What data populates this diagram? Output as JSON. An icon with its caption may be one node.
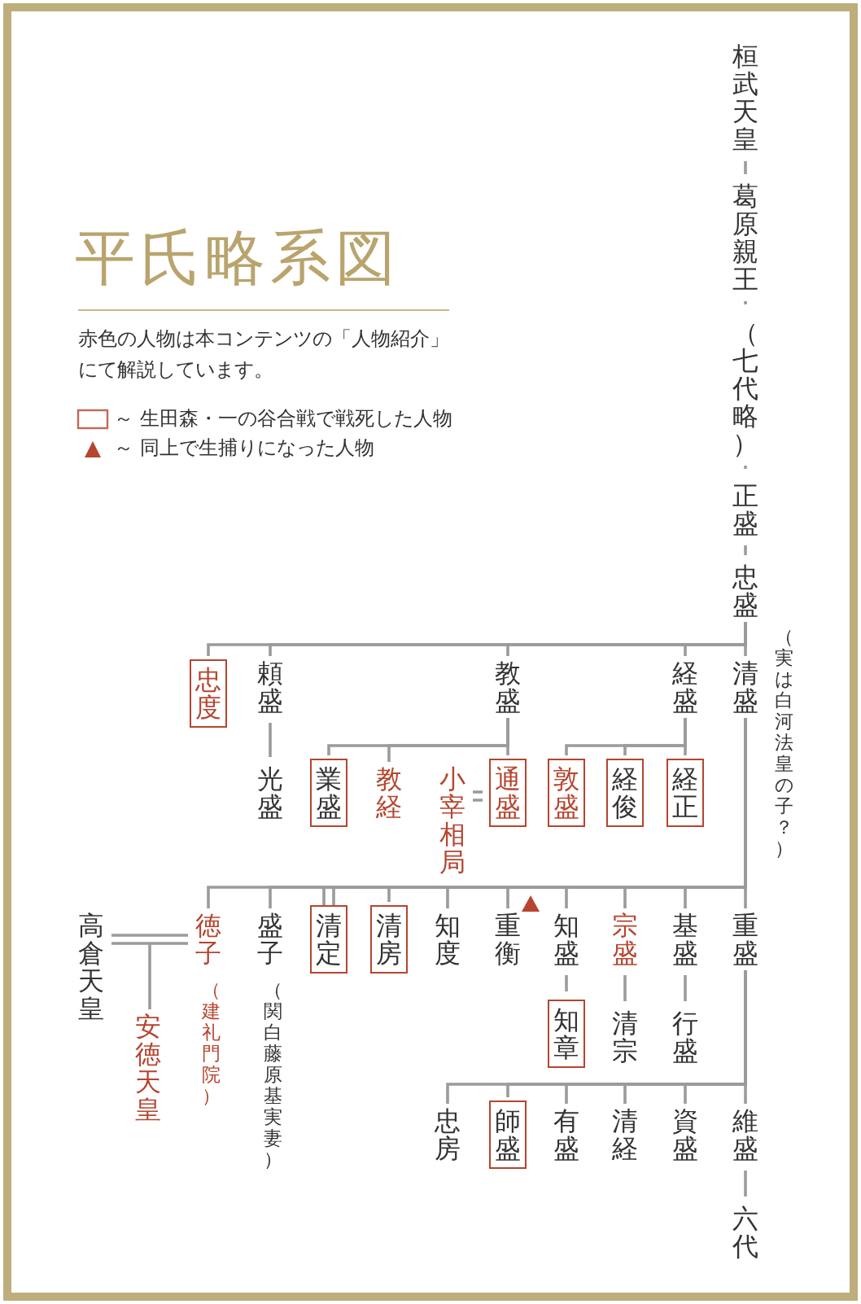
{
  "diagram": {
    "title": "平氏略系図",
    "nodes": [
      {
        "text": [
          "桓武天皇"
        ]
      },
      {
        "text": [
          "葛原親王"
        ]
      },
      {
        "text": [
          "（七代略）"
        ]
      },
      {
        "text": [
          "正盛"
        ]
      },
      {
        "text": [
          "忠盛"
        ]
      },
      {
        "text": [
          "忠度"
        ]
      },
      {
        "text": [
          "頼盛"
        ]
      },
      {
        "text": [
          "教盛"
        ]
      },
      {
        "text": [
          "経盛"
        ]
      },
      {
        "text": [
          "清盛"
        ],
        "beside": [
          "（実は白河法皇の子？）"
        ]
      },
      {
        "text": [
          "光盛"
        ]
      },
      {
        "text": [
          "業盛"
        ]
      },
      {
        "text": [
          "教経"
        ]
      },
      {
        "text": [
          "小宰相局"
        ]
      },
      {
        "text": [
          "通盛"
        ]
      },
      {
        "text": [
          "敦盛"
        ]
      },
      {
        "text": [
          "経俊"
        ]
      },
      {
        "text": [
          "経正"
        ]
      },
      {
        "text": [
          "高倉天皇"
        ]
      },
      {
        "text": [
          "徳子"
        ],
        "beside": [
          "（建礼門院）"
        ]
      },
      {
        "text": [
          "安徳天皇"
        ]
      },
      {
        "text": [
          "盛子"
        ],
        "beside": [
          "（関白藤原基実妻）"
        ]
      },
      {
        "text": [
          "清定"
        ]
      },
      {
        "text": [
          "清房"
        ]
      },
      {
        "text": [
          "知度"
        ]
      },
      {
        "text": [
          "重衡"
        ]
      },
      {
        "text": [
          "知盛"
        ]
      },
      {
        "text": [
          "宗盛"
        ]
      },
      {
        "text": [
          "基盛"
        ]
      },
      {
        "text": [
          "重盛"
        ]
      },
      {
        "text": [
          "知章"
        ]
      },
      {
        "text": [
          "清宗"
        ]
      },
      {
        "text": [
          "行盛"
        ]
      },
      {
        "text": [
          "忠房"
        ]
      },
      {
        "text": [
          "師盛"
        ]
      },
      {
        "text": [
          "有盛"
        ]
      },
      {
        "text": [
          "清経"
        ]
      },
      {
        "text": [
          "資盛"
        ]
      },
      {
        "text": [
          "維盛"
        ]
      },
      {
        "text": [
          "六代"
        ]
      }
    ],
    "edges": [
      {
        "from": 0,
        "to": 1,
        "arrow": "none"
      },
      {
        "from": 1,
        "to": 2,
        "arrow": "none",
        "style": "dashed"
      },
      {
        "from": 2,
        "to": 3,
        "arrow": "none",
        "style": "dashed"
      },
      {
        "from": 3,
        "to": 4,
        "arrow": "none"
      },
      {
        "from": 4,
        "to": 5,
        "arrow": "none"
      },
      {
        "from": 4,
        "to": 6,
        "arrow": "none"
      },
      {
        "from": 4,
        "to": 7,
        "arrow": "none"
      },
      {
        "from": 4,
        "to": 8,
        "arrow": "none"
      },
      {
        "from": 4,
        "to": 9,
        "arrow": "none"
      },
      {
        "from": 6,
        "to": 10,
        "arrow": "none"
      },
      {
        "from": 7,
        "to": 11,
        "arrow": "none"
      },
      {
        "from": 7,
        "to": 12,
        "arrow": "none"
      },
      {
        "from": 7,
        "to": 14,
        "arrow": "none"
      },
      {
        "from": 13,
        "to": 14,
        "arrow": "none"
      },
      {
        "from": 8,
        "to": 15,
        "arrow": "none"
      },
      {
        "from": 8,
        "to": 16,
        "arrow": "none"
      },
      {
        "from": 8,
        "to": 17,
        "arrow": "none"
      },
      {
        "from": 9,
        "to": 19,
        "arrow": "none"
      },
      {
        "from": 9,
        "to": 21,
        "arrow": "none"
      },
      {
        "from": 9,
        "to": 22,
        "arrow": "none"
      },
      {
        "from": 9,
        "to": 23,
        "arrow": "none"
      },
      {
        "from": 9,
        "to": 24,
        "arrow": "none"
      },
      {
        "from": 9,
        "to": 25,
        "arrow": "none"
      },
      {
        "from": 9,
        "to": 26,
        "arrow": "none"
      },
      {
        "from": 9,
        "to": 27,
        "arrow": "none"
      },
      {
        "from": 9,
        "to": 28,
        "arrow": "none"
      },
      {
        "from": 9,
        "to": 29,
        "arrow": "none"
      },
      {
        "from": 18,
        "to": 19,
        "arrow": "none"
      },
      {
        "from": 18,
        "to": 20,
        "arrow": "none"
      },
      {
        "from": 19,
        "to": 20,
        "arrow": "none"
      },
      {
        "from": 26,
        "to": 30,
        "arrow": "none"
      },
      {
        "from": 27,
        "to": 31,
        "arrow": "none"
      },
      {
        "from": 28,
        "to": 32,
        "arrow": "none"
      },
      {
        "from": 29,
        "to": 33,
        "arrow": "none"
      },
      {
        "from": 29,
        "to": 34,
        "arrow": "none"
      },
      {
        "from": 29,
        "to": 35,
        "arrow": "none"
      },
      {
        "from": 29,
        "to": 36,
        "arrow": "none"
      },
      {
        "from": 29,
        "to": 37,
        "arrow": "none"
      },
      {
        "from": 29,
        "to": 38,
        "arrow": "none"
      },
      {
        "from": 38,
        "to": 39,
        "arrow": "none"
      }
    ],
    "labels": [
      "赤色の人物は本コンテンツの「人物紹介」にて解説しています。"
    ],
    "legend": [
      {
        "text": "～ 生田森・一の谷合戦で戦死した人物"
      },
      {
        "text": "～ 同上で生捕りになった人物"
      }
    ]
  }
}
